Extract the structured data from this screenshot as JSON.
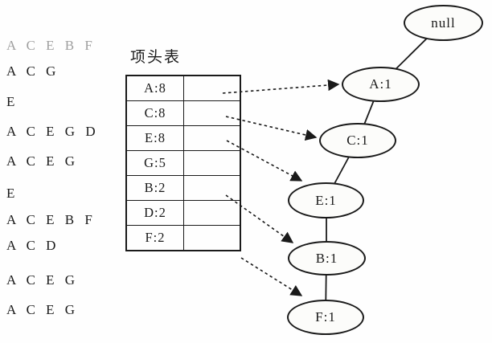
{
  "transactions": {
    "rows": [
      {
        "text": "A C E B F",
        "muted": true
      },
      {
        "text": "A C G",
        "muted": false
      },
      {
        "text": "E",
        "muted": false
      },
      {
        "text": "A C E G D",
        "muted": false
      },
      {
        "text": "A C E G",
        "muted": false
      },
      {
        "text": "E",
        "muted": false
      },
      {
        "text": "A C E B F",
        "muted": false
      },
      {
        "text": "A C D",
        "muted": false
      },
      {
        "text": "A C E G",
        "muted": false
      },
      {
        "text": "A C E G",
        "muted": false
      }
    ]
  },
  "header_table": {
    "title": "项头表",
    "rows": [
      {
        "item": "A:8"
      },
      {
        "item": "C:8"
      },
      {
        "item": "E:8"
      },
      {
        "item": "G:5"
      },
      {
        "item": "B:2"
      },
      {
        "item": "D:2"
      },
      {
        "item": "F:2"
      }
    ]
  },
  "tree": {
    "nodes": [
      {
        "label": "null"
      },
      {
        "label": "A:1"
      },
      {
        "label": "C:1"
      },
      {
        "label": "E:1"
      },
      {
        "label": "B:1"
      },
      {
        "label": "F:1"
      }
    ]
  },
  "colors": {
    "ink": "#1a1a1a",
    "muted_text": "#9f9f9f",
    "background": "#fefefe",
    "node_fill": "#fcfcfa"
  }
}
